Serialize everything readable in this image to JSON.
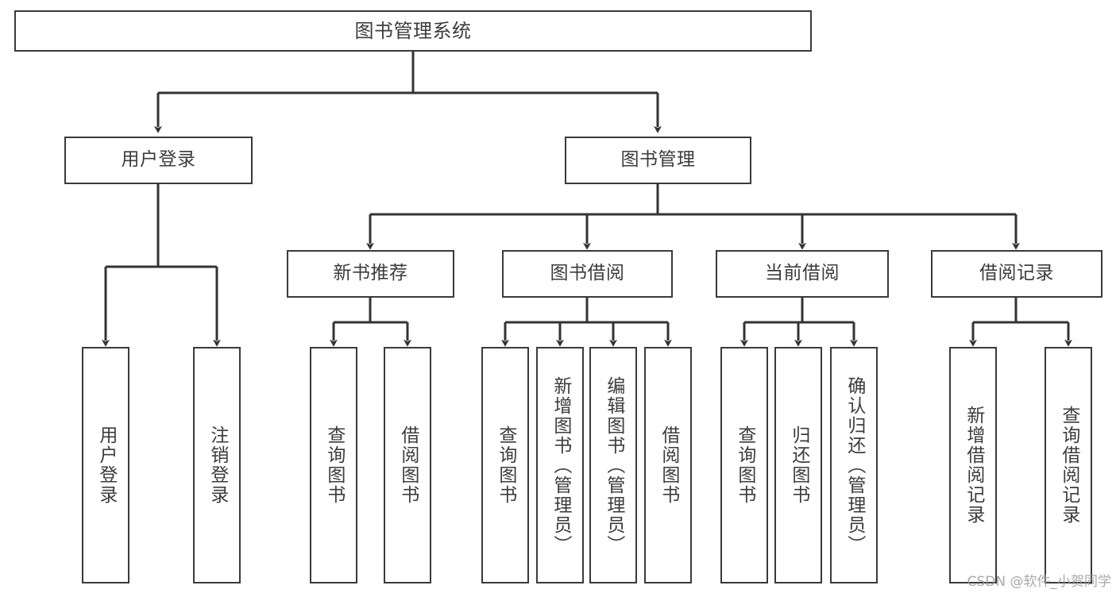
{
  "diagram": {
    "type": "tree-hierarchy",
    "title": "图书管理系统",
    "orientation": "top-down",
    "colors": {
      "background": "#ffffff",
      "box_border": "#3a3a3a",
      "box_fill": "#ffffff",
      "text": "#3c3c3c",
      "connector": "#333333",
      "watermark": "#9a9a9a"
    },
    "root": {
      "label": "图书管理系统"
    },
    "level2": [
      {
        "label": "用户登录"
      },
      {
        "label": "图书管理"
      }
    ],
    "level3": [
      {
        "label": "新书推荐"
      },
      {
        "label": "图书借阅"
      },
      {
        "label": "当前借阅"
      },
      {
        "label": "借阅记录"
      }
    ],
    "leaves": {
      "user_login": [
        {
          "label": "用户登录"
        },
        {
          "label": "注销登录"
        }
      ],
      "new_book_recommend": [
        {
          "label": "查询图书"
        },
        {
          "label": "借阅图书"
        }
      ],
      "book_borrow": [
        {
          "label": "查询图书"
        },
        {
          "label": "新增图书（管理员）"
        },
        {
          "label": "编辑图书（管理员）"
        },
        {
          "label": "借阅图书"
        }
      ],
      "current_borrow": [
        {
          "label": "查询图书"
        },
        {
          "label": "归还图书"
        },
        {
          "label": "确认归还（管理员）"
        }
      ],
      "borrow_record": [
        {
          "label": "新增借阅记录"
        },
        {
          "label": "查询借阅记录"
        }
      ]
    }
  },
  "watermark": {
    "text": "CSDN @软件_小贺同学"
  }
}
